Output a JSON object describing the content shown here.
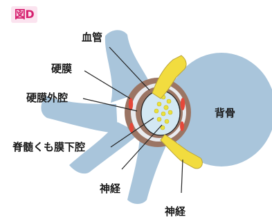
{
  "figure": {
    "badge": "図D",
    "labels": {
      "blood_vessel": "血管",
      "dura": "硬膜",
      "epidural_space": "硬膜外腔",
      "subarachnoid_space": "脊髄くも膜下腔",
      "nerve_left": "神経",
      "nerve_bottom": "神経",
      "vertebra": "背骨"
    }
  },
  "colors": {
    "bone": "#a9c5db",
    "dura_ring": "#9b7564",
    "fat_band": "#e9ebef",
    "vessel": "#e5483a",
    "cord_fluid": "#d3e8f3",
    "cord_outline": "#222222",
    "cells": "#e9e23b",
    "nerve": "#f2dc3f",
    "leader_line": "#222222",
    "badge_text": "#d6206f",
    "badge_bg": "#fbe3ef"
  }
}
